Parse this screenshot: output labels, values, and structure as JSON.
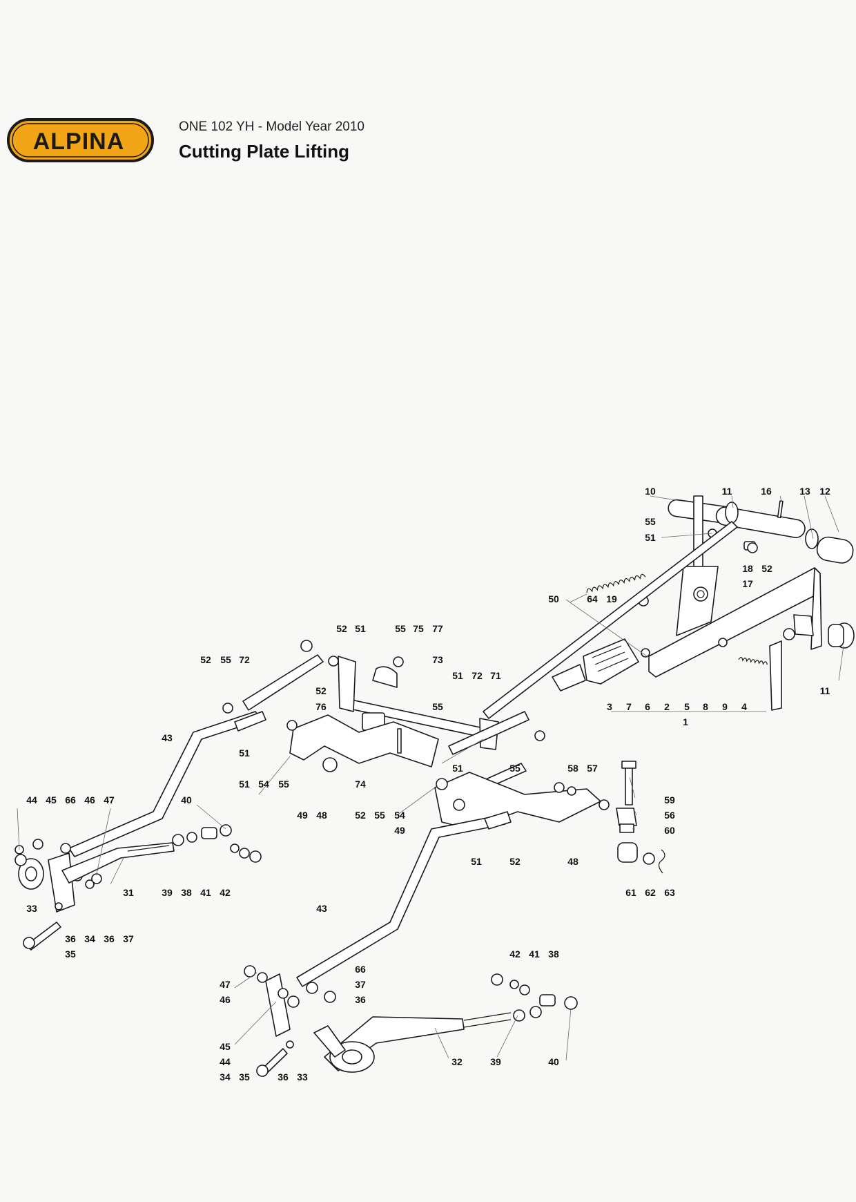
{
  "header": {
    "brand": "ALPINA",
    "model": "ONE 102 YH - Model Year 2010",
    "title": "Cutting Plate Lifting"
  },
  "colors": {
    "logo_orange": "#f2a516",
    "logo_black": "#1a1a1a",
    "background": "#f8f8f6"
  },
  "callouts": {
    "c10": "10",
    "c11a": "11",
    "c16": "16",
    "c13": "13",
    "c12": "12",
    "c55a": "55",
    "c51a": "51",
    "c18": "18",
    "c52a": "52",
    "c17": "17",
    "c50": "50",
    "c64": "64",
    "c19": "19",
    "c52b": "52",
    "c51b": "51",
    "c55b": "55",
    "c75": "75",
    "c77": "77",
    "c52c": "52",
    "c55c": "55",
    "c72a": "72",
    "c73": "73",
    "c51c": "51",
    "c72b": "72",
    "c71": "71",
    "c52d": "52",
    "c76": "76",
    "c55d": "55",
    "c3": "3",
    "c7": "7",
    "c6": "6",
    "c2": "2",
    "c5": "5",
    "c8": "8",
    "c9": "9",
    "c4": "4",
    "c1": "1",
    "c11b": "11",
    "c43a": "43",
    "c51d": "51",
    "c51e": "51",
    "c54a": "54",
    "c55e": "55",
    "c74": "74",
    "c49a": "49",
    "c48a": "48",
    "c51f": "51",
    "c55f": "55",
    "c58": "58",
    "c57": "57",
    "c59": "59",
    "c56": "56",
    "c60": "60",
    "c52e": "52",
    "c55g": "55",
    "c54b": "54",
    "c49b": "49",
    "c51g": "51",
    "c52f": "52",
    "c48b": "48",
    "c61": "61",
    "c62": "62",
    "c63": "63",
    "c44a": "44",
    "c45a": "45",
    "c66a": "66",
    "c46a": "46",
    "c47a": "47",
    "c40a": "40",
    "c31": "31",
    "c39a": "39",
    "c38a": "38",
    "c41a": "41",
    "c42a": "42",
    "c33a": "33",
    "c36a": "36",
    "c34a": "34",
    "c36b": "36",
    "c37a": "37",
    "c35a": "35",
    "c43b": "43",
    "c42b": "42",
    "c41b": "41",
    "c38b": "38",
    "c47b": "47",
    "c66b": "66",
    "c46b": "46",
    "c37b": "37",
    "c36c": "36",
    "c45b": "45",
    "c44b": "44",
    "c34b": "34",
    "c35b": "35",
    "c36d": "36",
    "c33b": "33",
    "c32": "32",
    "c39b": "39",
    "c40b": "40"
  }
}
